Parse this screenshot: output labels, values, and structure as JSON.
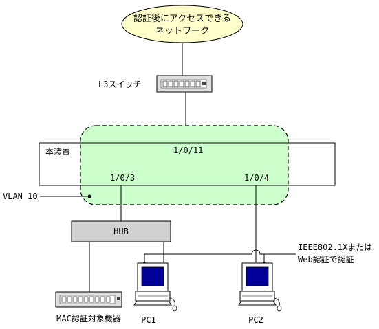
{
  "network_cloud": {
    "line1": "認証後にアクセスできる",
    "line2": "ネットワーク"
  },
  "l3_switch": {
    "label": "L3スイッチ"
  },
  "device": {
    "label": "本装置",
    "uplink_port": "1/0/11",
    "port_hub": "1/0/3",
    "port_pc2": "1/0/4"
  },
  "vlan": {
    "label": "VLAN 10"
  },
  "hub": {
    "label": "HUB"
  },
  "mac_device": {
    "label": "MAC認証対象機器"
  },
  "pc1": {
    "label": "PC1"
  },
  "pc2": {
    "label": "PC2"
  },
  "auth_note": {
    "line1": "IEEE802.1Xまたは",
    "line2": "Web認証で認証"
  },
  "colors": {
    "cloud_fill": "#ffffcc",
    "vlan_fill": "#ccffcc",
    "hub_fill": "#d0d0d0",
    "screen_fill": "#000099",
    "switch_fill": "#e0e0e0"
  }
}
